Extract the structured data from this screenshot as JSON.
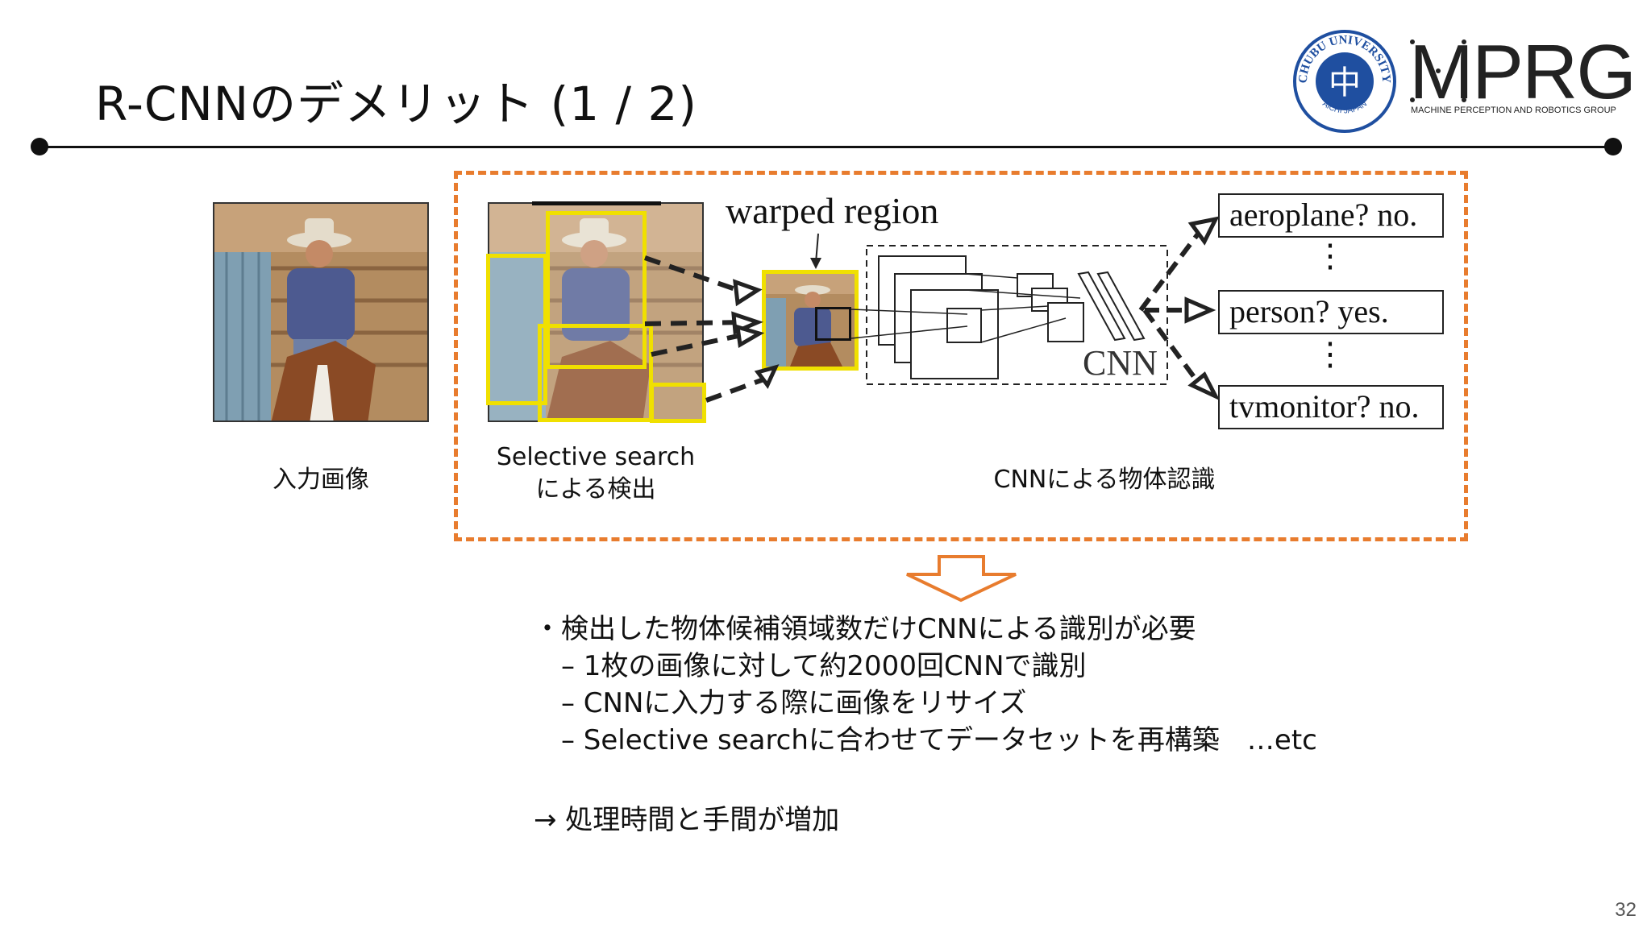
{
  "title": "R-CNNのデメリット (1 / 2)",
  "logo": {
    "university_ring_top": "CHUBU UNIVERSITY",
    "university_ring_bottom": "AICHI JAPAN",
    "university_center_char": "中",
    "lab_name": "MPRG",
    "lab_full_name": "MACHINE PERCEPTION AND ROBOTICS GROUP",
    "ring_color": "#1f4fa0"
  },
  "figure": {
    "input_caption": "入力画像",
    "selective_caption_line1": "Selective search",
    "selective_caption_line2": "による検出",
    "cnn_caption": "CNNによる物体認識",
    "warped_label": "warped region",
    "cnn_label": "CNN",
    "classes": [
      "aeroplane? no.",
      "person? yes.",
      "tvmonitor? no."
    ],
    "ellipsis": "⋮",
    "highlight_color": "#f0e000",
    "dashed_border_color": "#e87c2e"
  },
  "bullets": [
    "・検出した物体候補領域数だけCNNによる識別が必要",
    "　– 1枚の画像に対して約2000回CNNで識別",
    "　– CNNに入力する際に画像をリサイズ",
    "　– Selective searchに合わせてデータセットを再構築　…etc"
  ],
  "conclusion": "→ 処理時間と手間が増加",
  "page_number": "32",
  "icons": {
    "down_arrow": "hollow-down-arrow-icon"
  }
}
